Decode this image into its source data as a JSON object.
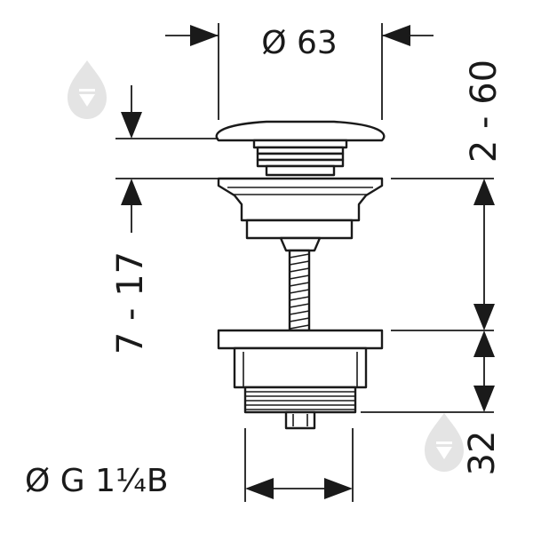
{
  "drawing": {
    "dim_top_diameter": "Ø 63",
    "dim_stroke_range": "2 - 60",
    "dim_height_range": "7 - 17",
    "dim_body_height": "32",
    "dim_thread": "Ø G 1¼B"
  },
  "watermark": {
    "icon": "drop-logo-icon",
    "color": "#e4e4e4"
  }
}
